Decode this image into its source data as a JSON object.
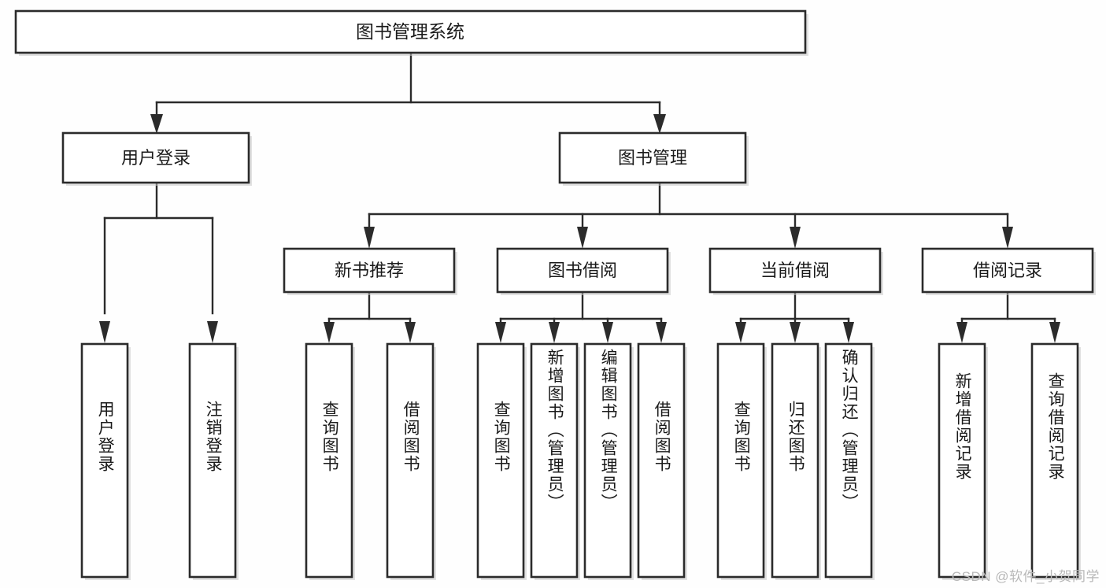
{
  "diagram": {
    "type": "tree-hierarchy",
    "orientation": "top-down",
    "title": "图书管理系统",
    "watermark": "CSDN @软件_小贺同学",
    "colors": {
      "box_fill": "#ffffff",
      "box_stroke": "#2b2b2b",
      "text": "#1a1a1a",
      "background": "#fefefe",
      "watermark": "#b8b8b8"
    },
    "root": {
      "label": "图书管理系统",
      "children": [
        {
          "label": "用户登录",
          "children": [
            {
              "label": "用户登录"
            },
            {
              "label": "注销登录"
            }
          ]
        },
        {
          "label": "图书管理",
          "children": [
            {
              "label": "新书推荐",
              "children": [
                {
                  "label": "查询图书"
                },
                {
                  "label": "借阅图书"
                }
              ]
            },
            {
              "label": "图书借阅",
              "children": [
                {
                  "label": "查询图书"
                },
                {
                  "label": "新增图书（管理员）"
                },
                {
                  "label": "编辑图书（管理员）"
                },
                {
                  "label": "借阅图书"
                }
              ]
            },
            {
              "label": "当前借阅",
              "children": [
                {
                  "label": "查询图书"
                },
                {
                  "label": "归还图书"
                },
                {
                  "label": "确认归还（管理员）"
                }
              ]
            },
            {
              "label": "借阅记录",
              "children": [
                {
                  "label": "新增借阅记录"
                },
                {
                  "label": "查询借阅记录"
                }
              ]
            }
          ]
        }
      ]
    },
    "nodes": {
      "root": {
        "label": "图书管理系统"
      },
      "l2_user_login": {
        "label": "用户登录"
      },
      "l2_book_manage": {
        "label": "图书管理"
      },
      "l3_new_book_rec": {
        "label": "新书推荐"
      },
      "l3_book_borrow": {
        "label": "图书借阅"
      },
      "l3_current_borrow": {
        "label": "当前借阅"
      },
      "l3_borrow_record": {
        "label": "借阅记录"
      },
      "leaf_user_login": {
        "label": "用户登录"
      },
      "leaf_logout": {
        "label": "注销登录"
      },
      "leaf_query_book_a": {
        "label": "查询图书"
      },
      "leaf_borrow_book_a": {
        "label": "借阅图书"
      },
      "leaf_query_book_b": {
        "label": "查询图书"
      },
      "leaf_add_book": {
        "label": "新增图书（管理员）"
      },
      "leaf_edit_book": {
        "label": "编辑图书（管理员）"
      },
      "leaf_borrow_book_b": {
        "label": "借阅图书"
      },
      "leaf_query_book_c": {
        "label": "查询图书"
      },
      "leaf_return_book": {
        "label": "归还图书"
      },
      "leaf_confirm_return": {
        "label": "确认归还（管理员）"
      },
      "leaf_add_record": {
        "label": "新增借阅记录"
      },
      "leaf_query_record": {
        "label": "查询借阅记录"
      }
    }
  }
}
